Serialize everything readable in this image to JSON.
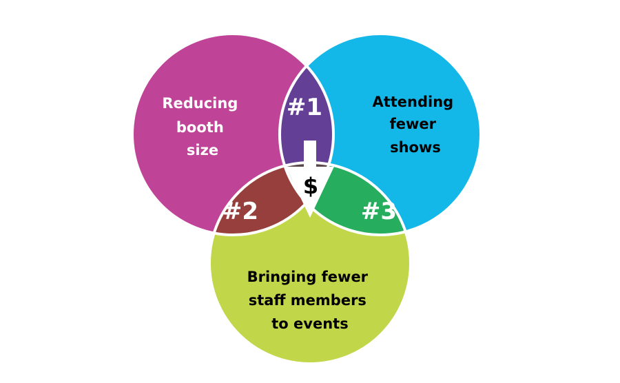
{
  "diagram": {
    "circles": [
      {
        "id": "left",
        "label_lines": [
          "Reducing",
          "booth",
          "size"
        ],
        "color": "#bf4497"
      },
      {
        "id": "right",
        "label_lines": [
          "Attending",
          "fewer",
          "shows"
        ],
        "color": "#13b7e8"
      },
      {
        "id": "bottom",
        "label_lines": [
          "Bringing fewer",
          "staff members",
          "to events"
        ],
        "color": "#c2d64a"
      }
    ],
    "overlaps": [
      {
        "id": "left_right",
        "label": "#1",
        "color": "#633f96"
      },
      {
        "id": "left_bottom",
        "label": "#2",
        "color": "#963f3c"
      },
      {
        "id": "right_bottom",
        "label": "#3",
        "color": "#26ad5d"
      }
    ],
    "center": {
      "label": "$",
      "color": "#5a4748",
      "arrow": "down-arrow-icon"
    },
    "outline_color": "#ffffff"
  }
}
